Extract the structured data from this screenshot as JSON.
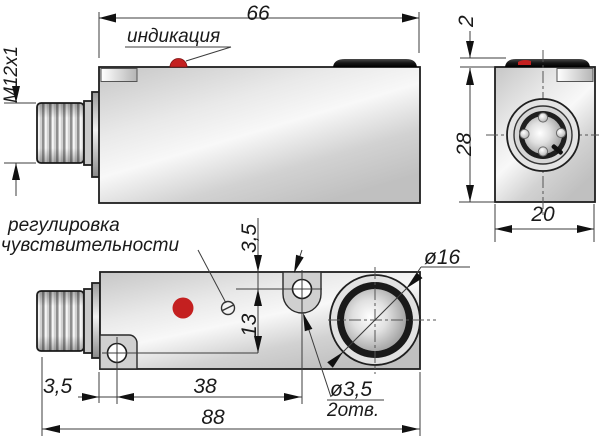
{
  "drawing": {
    "side_view": {
      "dim_length": "66",
      "indication_label": "индикация",
      "thread_label": "M12x1"
    },
    "end_view": {
      "dim_face_protrusion": "2",
      "dim_height": "28",
      "dim_width": "20"
    },
    "bottom_view": {
      "adjust_label_line1": "регулировка",
      "adjust_label_line2": "чувствительности",
      "dim_hole_offset_top": "3,5",
      "dim_hole_spacing_vertical": "13",
      "dim_face_diameter": "ø16",
      "dim_hole_offset_left": "3,5",
      "dim_hole_spacing_horizontal": "38",
      "dim_overall_length": "88",
      "dim_hole_diameter": "ø3,5",
      "dim_hole_count": "2отв."
    },
    "colors": {
      "led_red": "#c42020",
      "body_gray": "#d9d9d9",
      "outline": "#1f1f1f",
      "sensing_face_black": "#141414"
    }
  }
}
